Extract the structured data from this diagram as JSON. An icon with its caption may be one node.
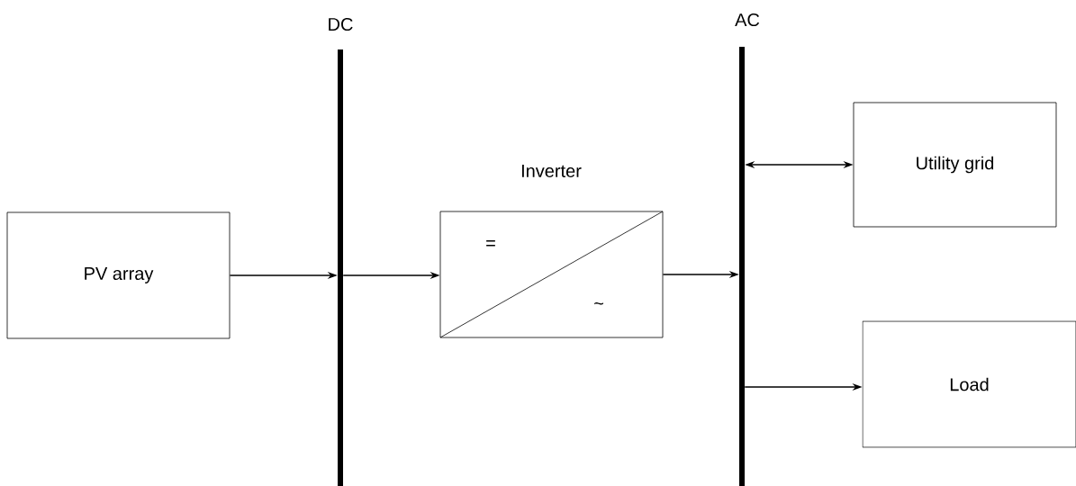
{
  "diagram": {
    "nodes": [
      {
        "text": [
          "PV array"
        ]
      },
      {
        "text": [
          "DC"
        ]
      },
      {
        "text": [
          "Inverter",
          "=",
          "~"
        ]
      },
      {
        "text": [
          "AC"
        ]
      },
      {
        "text": [
          "Utility grid"
        ]
      },
      {
        "text": [
          "Load"
        ]
      }
    ],
    "edges": [
      {
        "from": 0,
        "to": 1,
        "arrow": "to"
      },
      {
        "from": 1,
        "to": 2,
        "arrow": "to"
      },
      {
        "from": 2,
        "to": 3,
        "arrow": "to"
      },
      {
        "from": 3,
        "to": 4,
        "arrow": "both"
      },
      {
        "from": 3,
        "to": 5,
        "arrow": "to"
      }
    ]
  }
}
